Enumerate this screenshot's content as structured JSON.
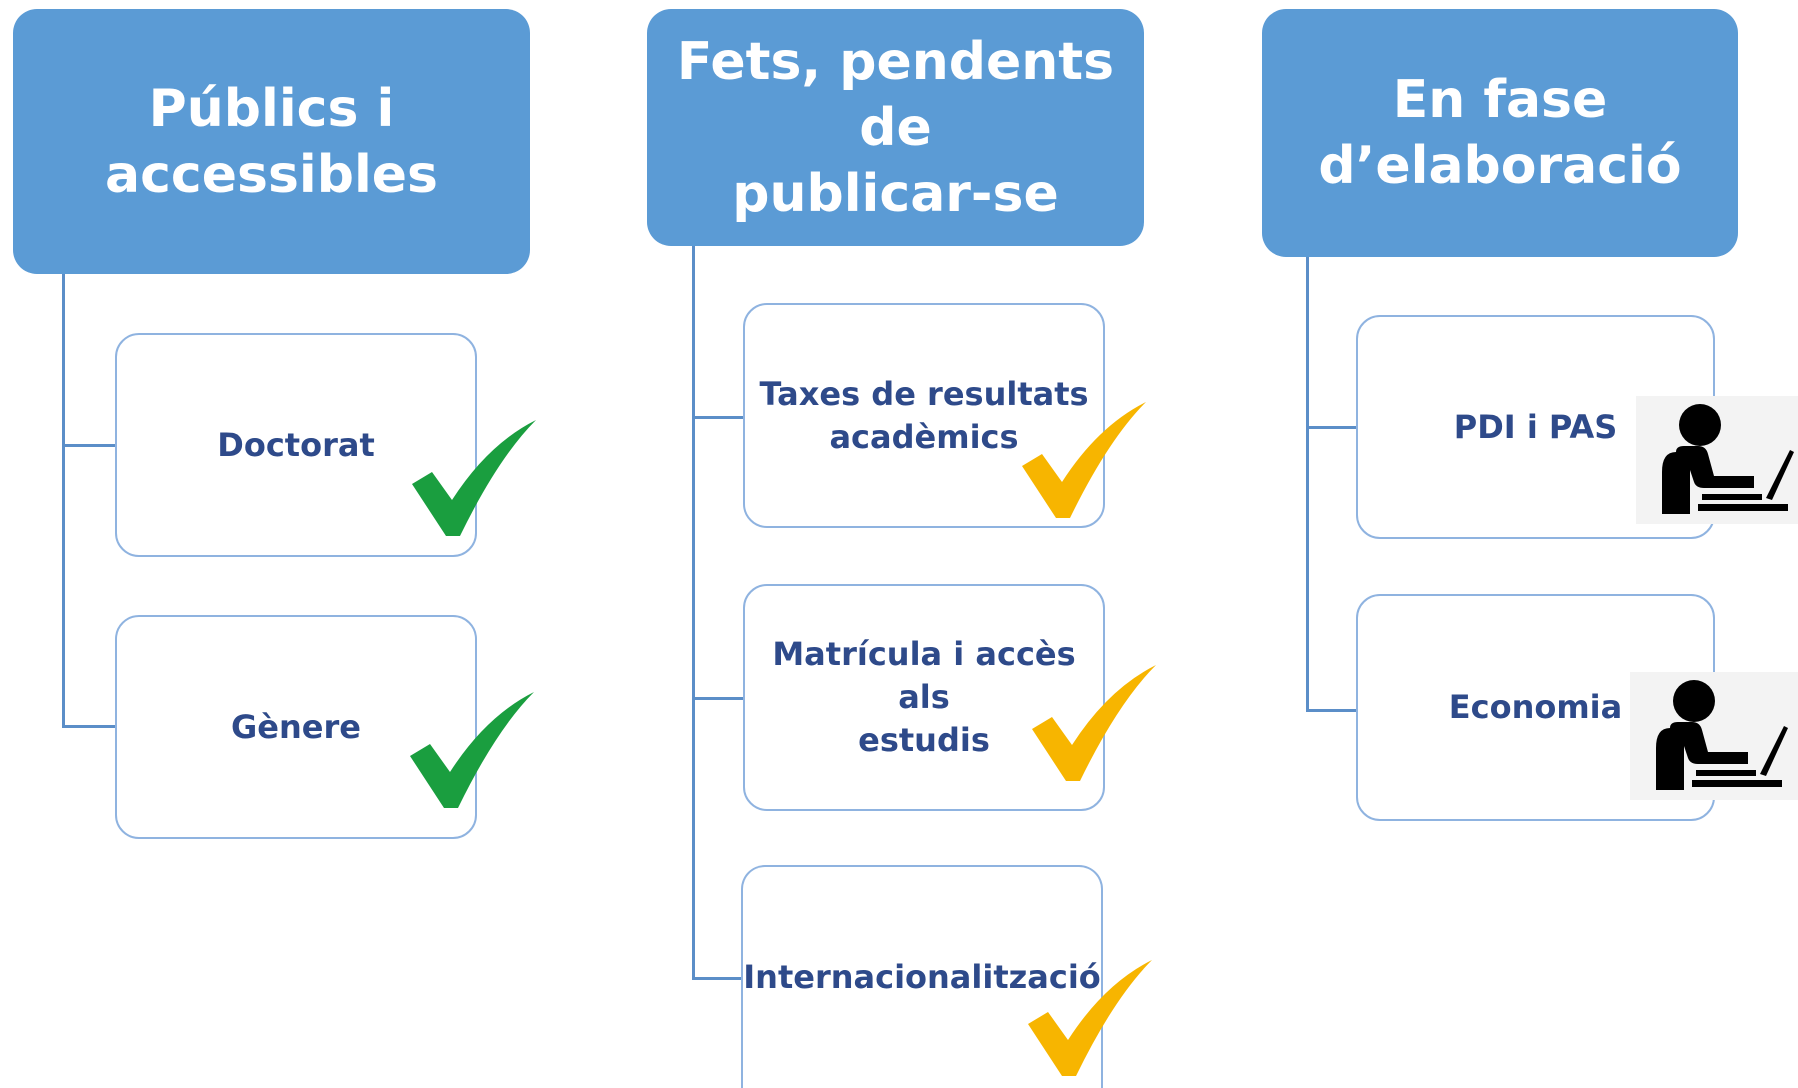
{
  "columns": [
    {
      "title": "Públics i\naccessibles",
      "items": [
        "Doctorat",
        "Gènere"
      ],
      "marker_icon": "checkmark-icon",
      "marker_color": "#1a9e3f"
    },
    {
      "title": "Fets, pendents de\npublicar-se",
      "items": [
        "Taxes de resultats\nacadèmics",
        "Matrícula i accès als\nestudis",
        "Internacionalització"
      ],
      "marker_icon": "checkmark-icon",
      "marker_color": "#f7b500"
    },
    {
      "title": "En fase\nd’elaboració",
      "items": [
        "PDI i PAS",
        "Economia"
      ],
      "marker_icon": "person-at-computer-icon",
      "marker_color": "#000000"
    }
  ],
  "colors": {
    "header_fill": "#5b9bd5",
    "item_border": "#8fb3e0",
    "item_text": "#2e4a8a",
    "connector": "#5b8ec8"
  }
}
